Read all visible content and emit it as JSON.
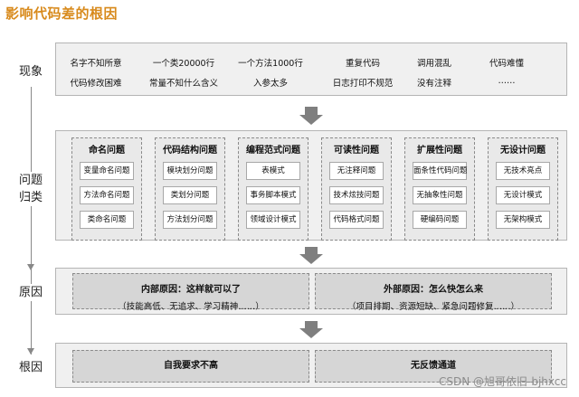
{
  "title": "影响代码差的根因",
  "row_labels": {
    "phenomenon": "现象",
    "classify_top": "问题",
    "classify_bottom": "归类",
    "cause": "原因",
    "root": "根因"
  },
  "phenomena": {
    "row1": [
      "名字不知所意",
      "一个类20000行",
      "一个方法1000行",
      "重复代码",
      "调用混乱",
      "代码难懂"
    ],
    "row2": [
      "代码修改困难",
      "常量不知什么含义",
      "入参太多",
      "日志打印不规范",
      "没有注释",
      "……"
    ]
  },
  "categories": [
    {
      "title": "命名问题",
      "items": [
        "变量命名问题",
        "方法命名问题",
        "类命名问题"
      ]
    },
    {
      "title": "代码结构问题",
      "items": [
        "模块划分问题",
        "类划分问题",
        "方法划分问题"
      ]
    },
    {
      "title": "编程范式问题",
      "items": [
        "表模式",
        "事务脚本模式",
        "领域设计模式"
      ]
    },
    {
      "title": "可读性问题",
      "items": [
        "无注释问题",
        "技术炫技问题",
        "代码格式问题"
      ]
    },
    {
      "title": "扩展性问题",
      "items": [
        "面条性代码问题",
        "无抽象性问题",
        "硬编码问题"
      ]
    },
    {
      "title": "无设计问题",
      "items": [
        "无技术亮点",
        "无设计模式",
        "无架构模式"
      ]
    }
  ],
  "causes": {
    "internal_title": "内部原因：这样就可以了",
    "internal_detail": "（技能高低、无追求、学习精神……）",
    "external_title": "外部原因：怎么快怎么来",
    "external_detail": "（项目排期、资源短缺、紧急问题修复……）"
  },
  "roots": [
    "自我要求不高",
    "无反馈通道"
  ],
  "watermark": "CSDN @旭哥依旧-bjhxcc",
  "colors": {
    "title": "#d88a1c",
    "arrow": "#7f7f7f",
    "panel": "#f0f0f0",
    "box_dark": "#d6d6d6"
  }
}
